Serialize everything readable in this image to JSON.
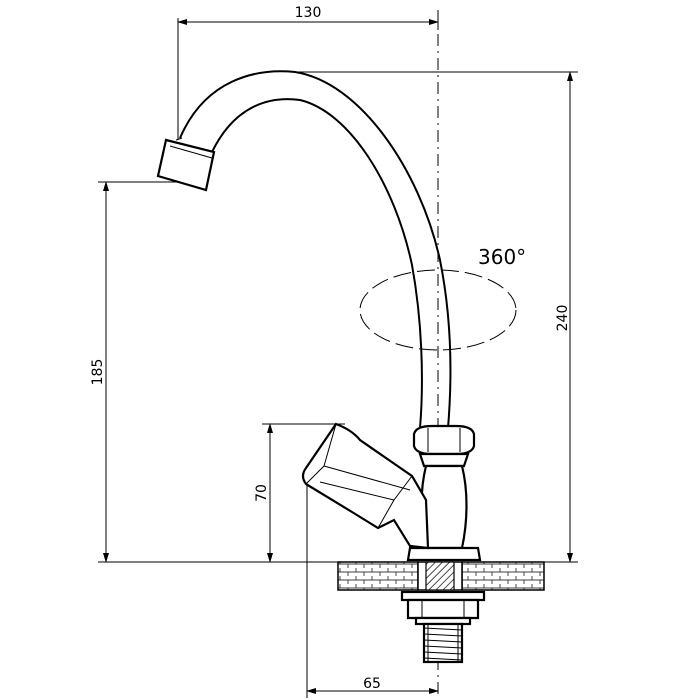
{
  "dimensions": {
    "top_width": "130",
    "total_height": "240",
    "spout_height": "185",
    "handle_height": "70",
    "base_offset": "65"
  },
  "rotation_label": "360°"
}
